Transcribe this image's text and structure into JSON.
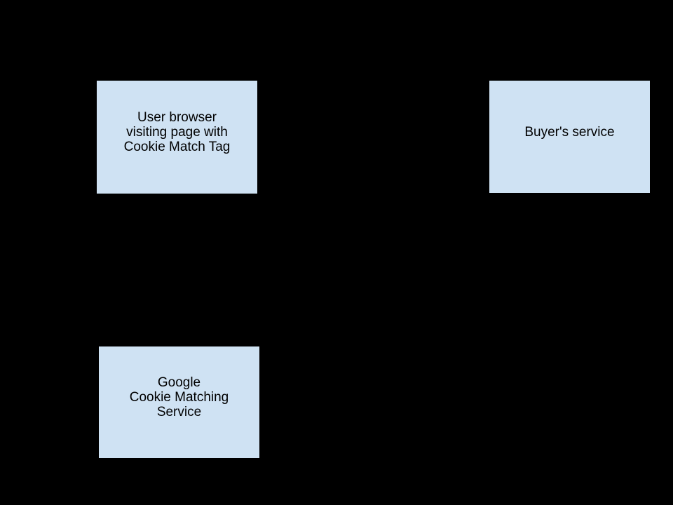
{
  "diagram": {
    "background_color": "#000000",
    "node_fill_color": "#cfe2f3",
    "node_border_color": "#000000",
    "node_text_color": "#000000",
    "nodes": {
      "user_browser": {
        "lines": [
          "User browser",
          "visiting page with",
          "Cookie Match Tag"
        ]
      },
      "buyers_service": {
        "lines": [
          "Buyer's service"
        ]
      },
      "google_cookie_matching": {
        "lines": [
          "Google",
          "Cookie Matching",
          "Service"
        ]
      }
    }
  }
}
